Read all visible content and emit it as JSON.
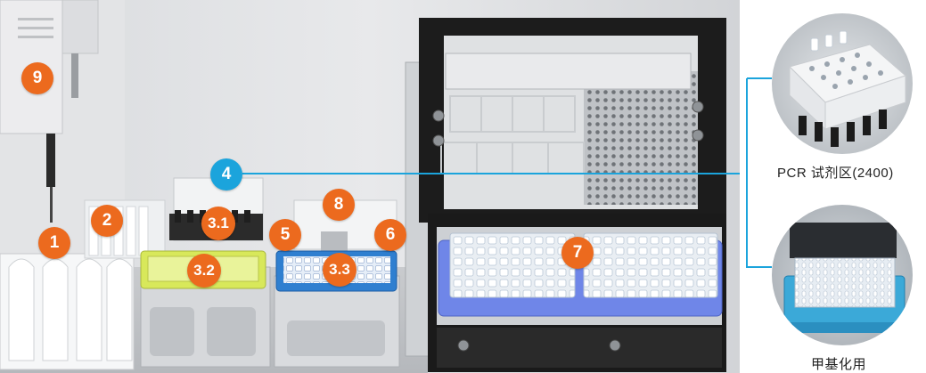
{
  "markers": [
    {
      "id": "1",
      "label": "1",
      "color": "#ec6a1e"
    },
    {
      "id": "2",
      "label": "2",
      "color": "#ec6a1e"
    },
    {
      "id": "3-1",
      "label": "3.1",
      "color": "#ec6a1e"
    },
    {
      "id": "3-2",
      "label": "3.2",
      "color": "#ec6a1e"
    },
    {
      "id": "3-3",
      "label": "3.3",
      "color": "#ec6a1e"
    },
    {
      "id": "4",
      "label": "4",
      "color": "#1ba4dc"
    },
    {
      "id": "5",
      "label": "5",
      "color": "#ec6a1e"
    },
    {
      "id": "6",
      "label": "6",
      "color": "#ec6a1e"
    },
    {
      "id": "7",
      "label": "7",
      "color": "#ec6a1e"
    },
    {
      "id": "8",
      "label": "8",
      "color": "#ec6a1e"
    },
    {
      "id": "9",
      "label": "9",
      "color": "#ec6a1e"
    }
  ],
  "insets": {
    "top": {
      "caption": "PCR 试剂区(2400)"
    },
    "bottom": {
      "caption": "甲基化用"
    }
  },
  "colors": {
    "accent_orange": "#ec6a1e",
    "callout_blue": "#1ba4dc",
    "rack_yellow": "#d8e85a",
    "rack_blue": "#2f7fd0",
    "plate_holder": "#6f86e8",
    "frame_black": "#1c1c1c"
  }
}
